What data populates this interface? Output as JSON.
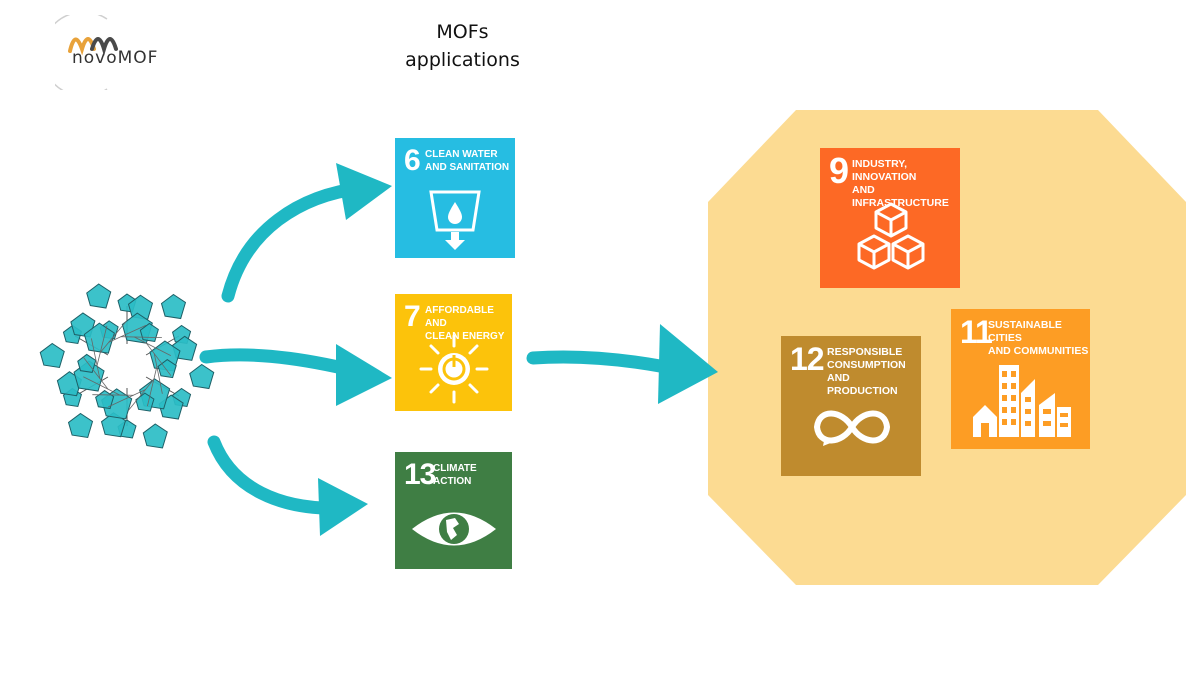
{
  "logo": {
    "name": "novoMOF",
    "brand_colors": [
      "#e8a23a",
      "#4a4a4a"
    ]
  },
  "title": {
    "line1": "MOFs",
    "line2": "applications"
  },
  "colors": {
    "arrow": "#1fb8c4",
    "highlight": "#fcdb92",
    "mof_crystal": "#2bbdc5"
  },
  "sdgs": {
    "sdg6": {
      "number": "6",
      "label_lines": [
        "CLEAN WATER",
        "AND SANITATION"
      ],
      "color": "#26bde2",
      "icon": "water-drop-icon"
    },
    "sdg7": {
      "number": "7",
      "label_lines": [
        "AFFORDABLE AND",
        "CLEAN ENERGY"
      ],
      "color": "#fcc30b",
      "icon": "sun-power-icon"
    },
    "sdg13": {
      "number": "13",
      "label_lines": [
        "CLIMATE",
        "ACTION"
      ],
      "color": "#3f7e44",
      "icon": "eye-globe-icon"
    },
    "sdg9": {
      "number": "9",
      "label_lines": [
        "INDUSTRY, INNOVATION",
        "AND INFRASTRUCTURE"
      ],
      "color": "#fd6925",
      "icon": "cubes-icon"
    },
    "sdg12": {
      "number": "12",
      "label_lines": [
        "RESPONSIBLE",
        "CONSUMPTION",
        "AND PRODUCTION"
      ],
      "color": "#bf8b2e",
      "icon": "infinity-icon"
    },
    "sdg11": {
      "number": "11",
      "label_lines": [
        "SUSTAINABLE CITIES",
        "AND COMMUNITIES"
      ],
      "color": "#fd9d24",
      "icon": "city-icon"
    }
  }
}
